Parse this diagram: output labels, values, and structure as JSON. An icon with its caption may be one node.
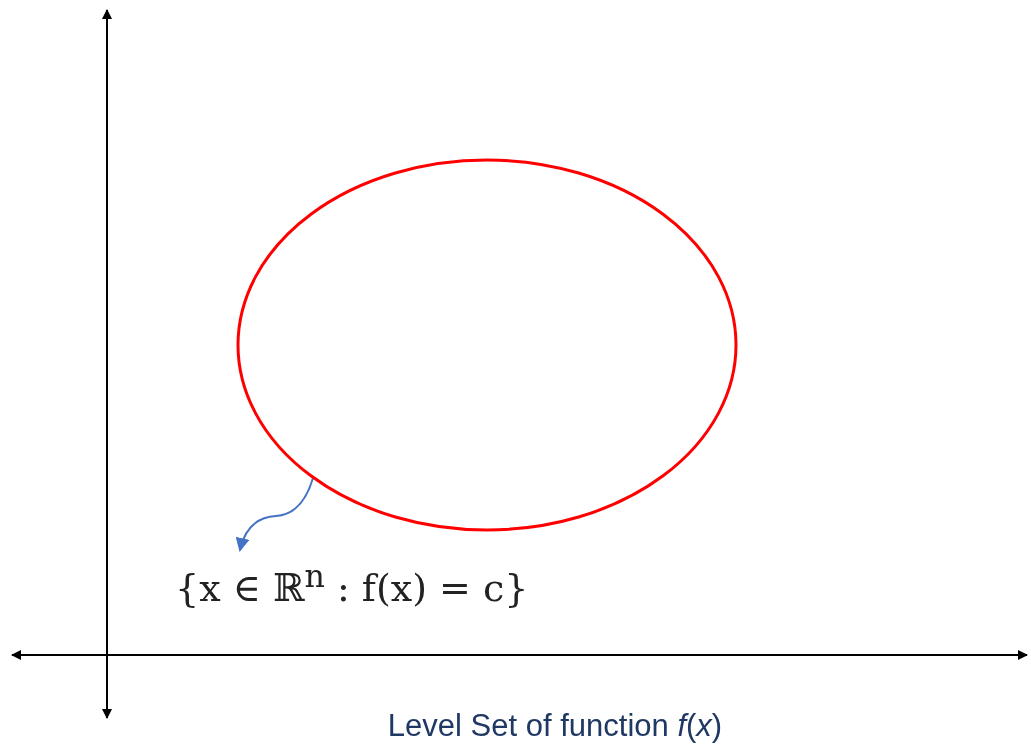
{
  "diagram": {
    "caption": "Level Set of function *f*(*x*)",
    "nodes": [
      {
        "text": [],
        "shape": "circle"
      },
      {
        "text": [
          "{x ∈ ℝ$^{n}$ : f(x) = c}"
        ]
      }
    ],
    "edges": [
      {
        "from": 0,
        "to": 1,
        "arrow": "to"
      }
    ]
  }
}
